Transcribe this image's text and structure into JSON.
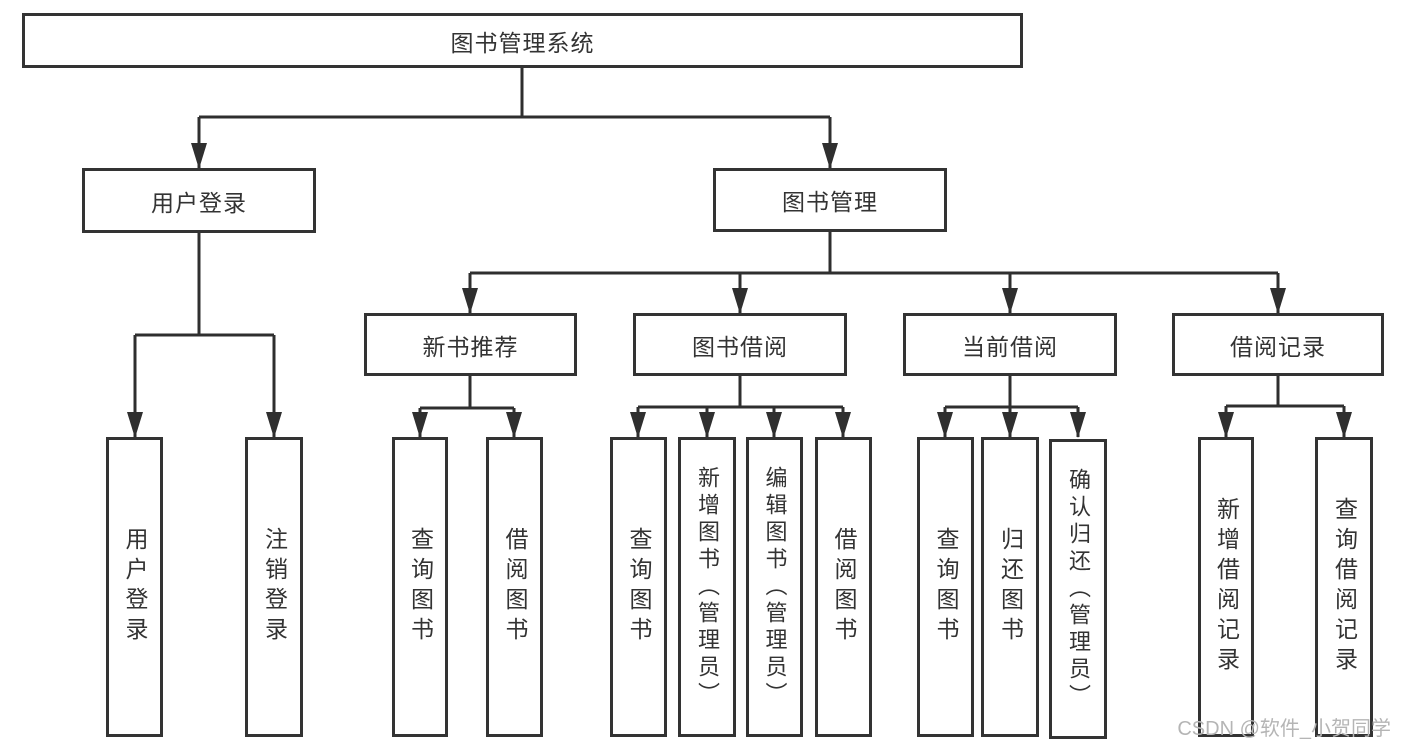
{
  "title": "图书管理系统",
  "level2": {
    "user_login": "用户登录",
    "book_management": "图书管理"
  },
  "level3": {
    "new_book_recommend": "新书推荐",
    "book_borrow": "图书借阅",
    "current_borrow": "当前借阅",
    "borrow_records": "借阅记录"
  },
  "leaves": {
    "user_login": "用户登录",
    "logout": "注销登录",
    "nb_query_books": "查询图书",
    "nb_borrow_books": "借阅图书",
    "bb_query_books": "查询图书",
    "bb_add_book_admin": "新增图书（管理员）",
    "bb_edit_book_admin": "编辑图书（管理员）",
    "bb_borrow_books": "借阅图书",
    "cb_query_books": "查询图书",
    "cb_return_book": "归还图书",
    "cb_confirm_return_admin": "确认归还（管理员）",
    "br_add_record": "新增借阅记录",
    "br_query_record": "查询借阅记录"
  },
  "watermark": "CSDN @软件_小贺同学",
  "colors": {
    "line": "#2f2f2f",
    "border": "#333333",
    "text": "#333333",
    "watermark": "#b5b5b5",
    "background": "#ffffff"
  }
}
